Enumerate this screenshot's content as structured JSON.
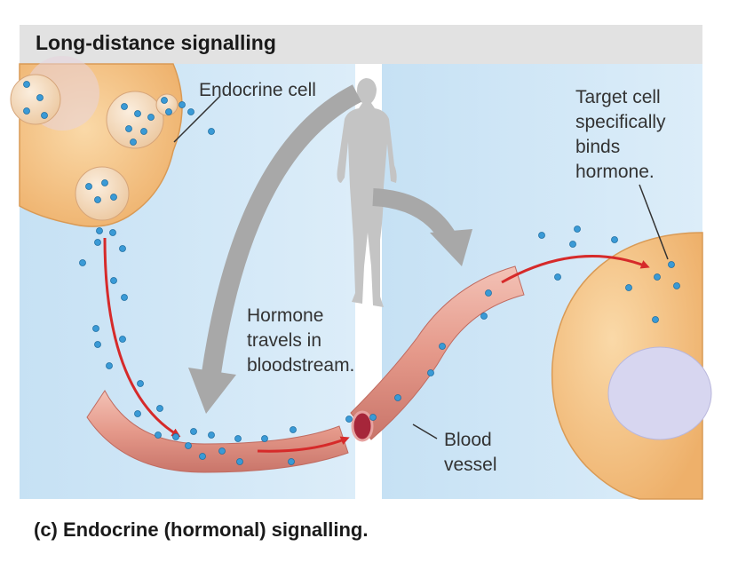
{
  "header": {
    "title": "Long-distance signalling"
  },
  "caption": {
    "text": "(c) Endocrine (hormonal) signalling."
  },
  "labels": {
    "endocrine_cell": "Endocrine cell",
    "target_cell": [
      "Target cell",
      "specifically",
      "binds",
      "hormone."
    ],
    "hormone": [
      "Hormone",
      "travels in",
      "bloodstream."
    ],
    "blood_vessel": [
      "Blood",
      "vessel"
    ]
  },
  "colors": {
    "background_panel": "#cfe6f6",
    "cell_fill": "#f6c98e",
    "cell_edge": "#d99a55",
    "vesicle": "#f4dcc0",
    "vessel": "#e8a698",
    "hormone_dot": "#3a9ad6",
    "arrow_red": "#d62a2a",
    "arrow_gray": "#a8a8a8",
    "silhouette": "#c4c4c4",
    "nucleus": "#d7d6f0"
  }
}
